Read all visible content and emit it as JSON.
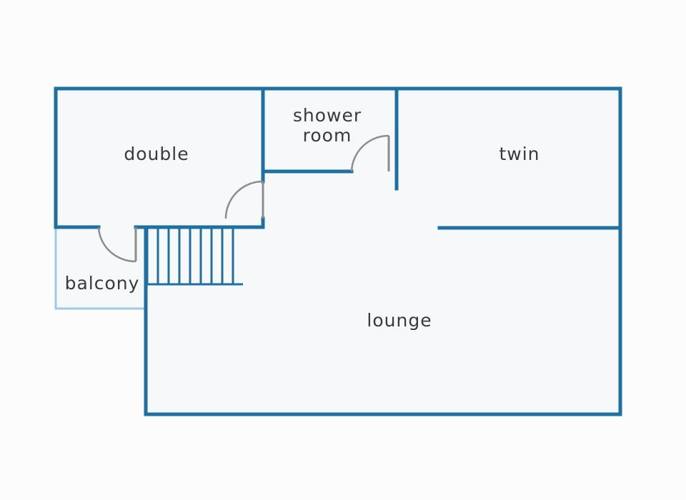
{
  "floor_plan": {
    "colors": {
      "background": "#fcfcfc",
      "floor": "#f7f8f9",
      "wall": "#1f6fa3",
      "balcony_rail": "#9dcbe6",
      "door": "#8d8d8d",
      "stair": "#1f6fa3",
      "label": "#3a3a3a"
    },
    "rooms": {
      "double": {
        "label": "double"
      },
      "shower_room": {
        "label_line1": "shower",
        "label_line2": "room"
      },
      "twin": {
        "label": "twin"
      },
      "balcony": {
        "label": "balcony"
      },
      "lounge": {
        "label": "lounge"
      }
    },
    "staircase": {
      "treads": 9
    },
    "doors": [
      "double-to-landing",
      "shower-room-to-landing",
      "double-to-balcony"
    ]
  }
}
